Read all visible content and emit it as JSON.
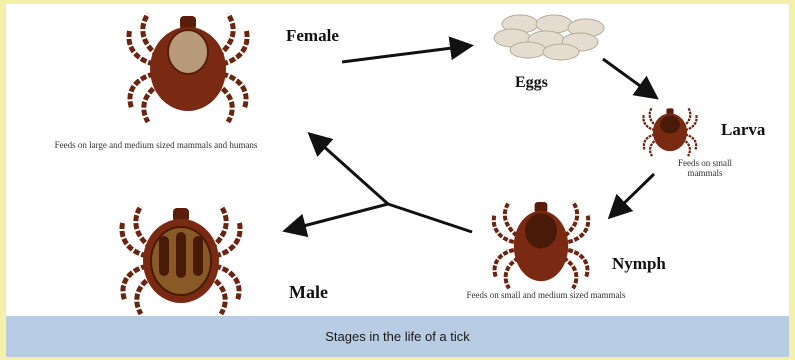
{
  "stages": {
    "female": {
      "label": "Female",
      "note": "Feeds on large and medium sized mammals and humans"
    },
    "eggs": {
      "label": "Eggs"
    },
    "larva": {
      "label": "Larva",
      "note": "Feeds on small mammals"
    },
    "nymph": {
      "label": "Nymph",
      "note": "Feeds on small and medium sized mammals"
    },
    "male": {
      "label": "Male"
    }
  },
  "caption": "Stages in the life of a tick",
  "colors": {
    "tick_body": "#7a2a12",
    "tick_shield": "#4a1a08",
    "tick_legs": "#6b2410",
    "egg": "#e3dccf",
    "caption_bar": "#b8cce4",
    "frame": "#f3f0a9"
  }
}
